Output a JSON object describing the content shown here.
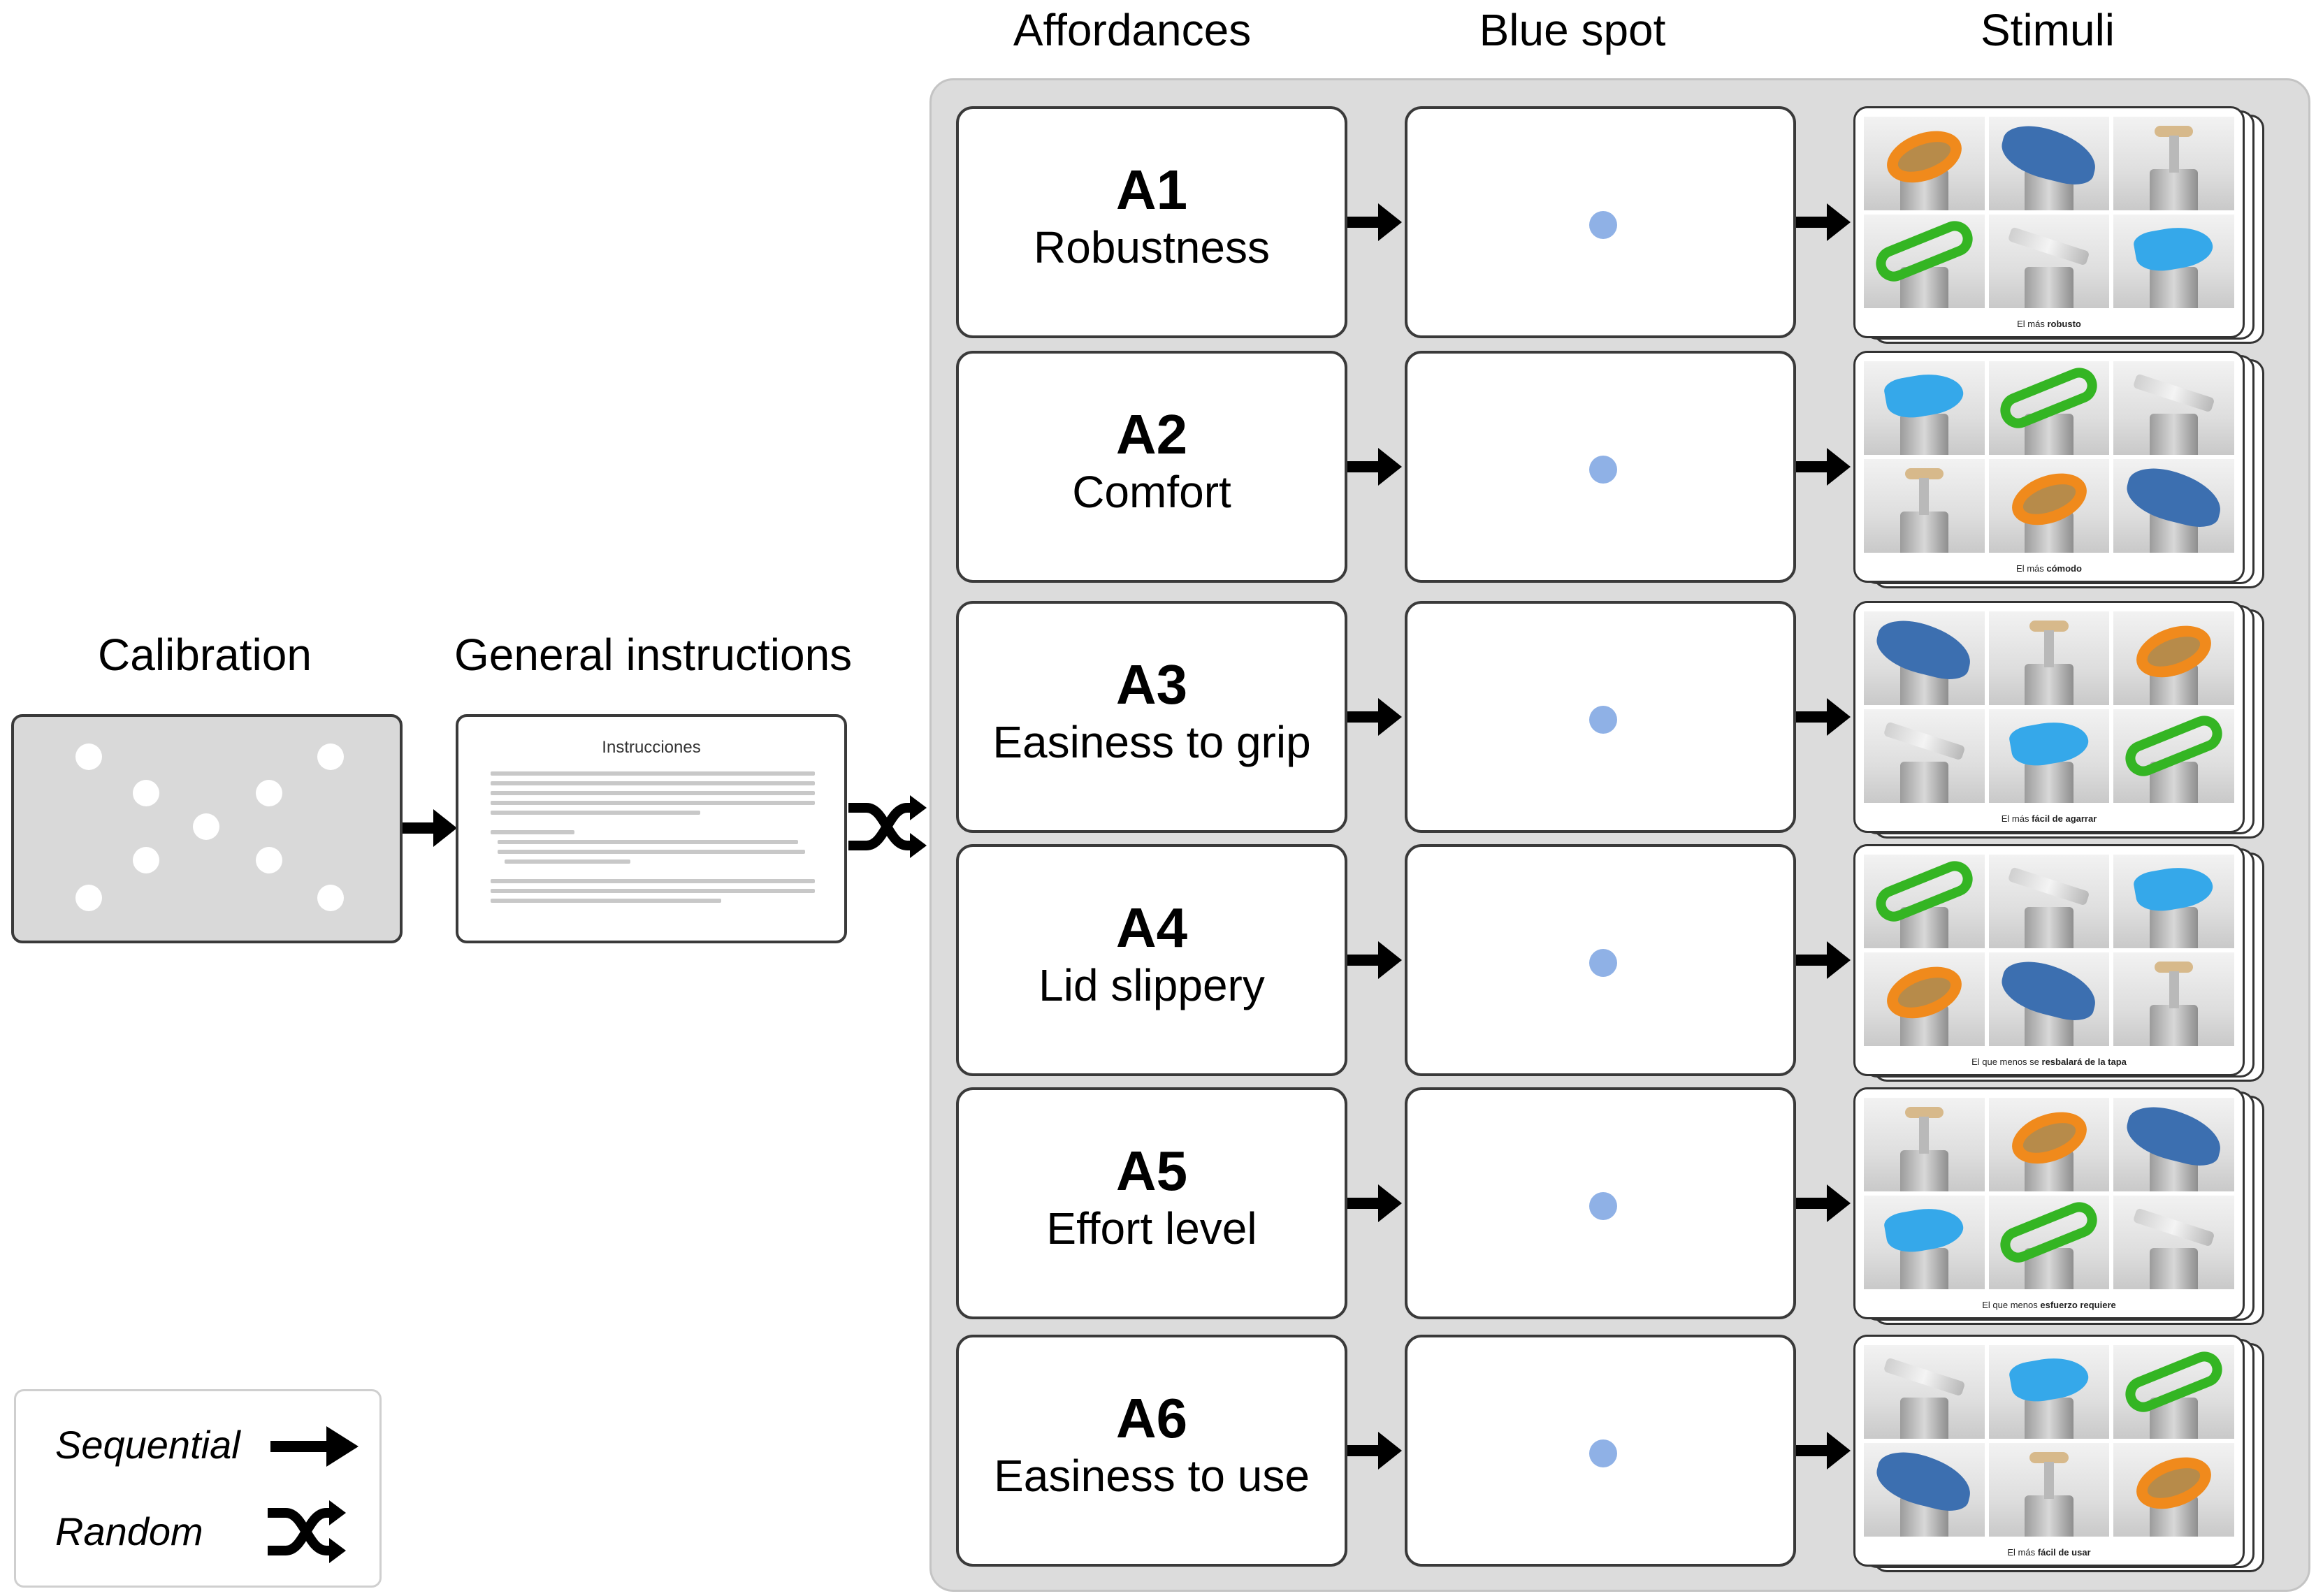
{
  "headings": {
    "calibration": "Calibration",
    "general_instructions": "General instructions",
    "affordances": "Affordances",
    "blue_spot": "Blue spot",
    "stimuli": "Stimuli"
  },
  "instructions_card": {
    "title": "Instrucciones"
  },
  "affordances": [
    {
      "code": "A1",
      "label": "Robustness",
      "caption_prefix": "El más ",
      "caption_bold": "robusto",
      "caption_suffix": ""
    },
    {
      "code": "A2",
      "label": "Comfort",
      "caption_prefix": "El más ",
      "caption_bold": "cómodo",
      "caption_suffix": ""
    },
    {
      "code": "A3",
      "label": "Easiness to grip",
      "caption_prefix": "El más ",
      "caption_bold": "fácil de agarrar",
      "caption_suffix": ""
    },
    {
      "code": "A4",
      "label": "Lid slippery",
      "caption_prefix": "El que menos se ",
      "caption_bold": "resbalará de la tapa",
      "caption_suffix": ""
    },
    {
      "code": "A5",
      "label": "Effort level",
      "caption_prefix": "El que menos ",
      "caption_bold": "esfuerzo requiere",
      "caption_suffix": ""
    },
    {
      "code": "A6",
      "label": "Easiness to use",
      "caption_prefix": "El más ",
      "caption_bold": "fácil de usar",
      "caption_suffix": ""
    }
  ],
  "legend": {
    "sequential": "Sequential",
    "random": "Random"
  },
  "colors": {
    "panel_bg": "#dcdcdc",
    "blue_spot": "#8fb1e6",
    "calibration_bg": "#d9d9d9"
  },
  "icons": {
    "sequential": "arrow-right-icon",
    "random": "shuffle-icon"
  }
}
